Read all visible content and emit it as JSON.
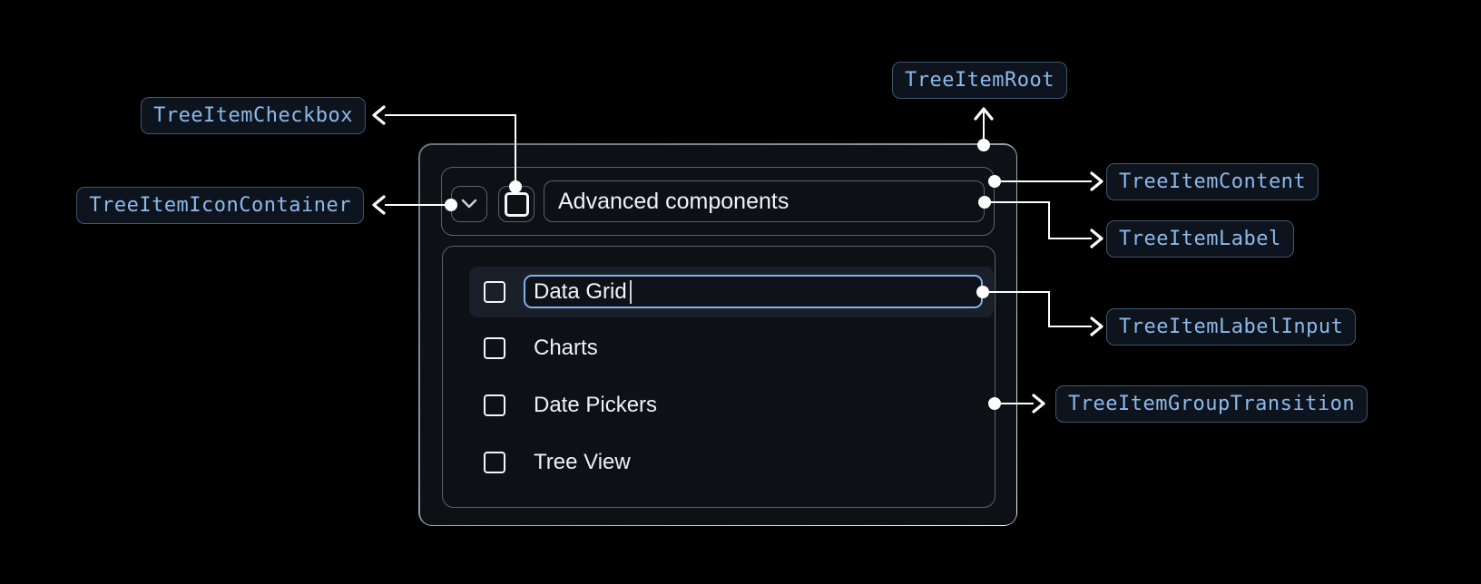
{
  "annotations": {
    "checkbox": "TreeItemCheckbox",
    "icon_container": "TreeItemIconContainer",
    "root": "TreeItemRoot",
    "content": "TreeItemContent",
    "label": "TreeItemLabel",
    "label_input": "TreeItemLabelInput",
    "group_transition": "TreeItemGroupTransition"
  },
  "tree": {
    "parent": {
      "label": "Advanced components",
      "expanded": true,
      "checked": false
    },
    "label_input": {
      "value": "Data Grid",
      "editing": true
    },
    "items": [
      {
        "label": "Charts",
        "checked": false
      },
      {
        "label": "Date Pickers",
        "checked": false
      },
      {
        "label": "Tree View",
        "checked": false
      }
    ]
  },
  "colors": {
    "background": "#000000",
    "panel_bg": "#0d1116",
    "panel_border_start": "#6a737e",
    "panel_border_end": "#eef1f4",
    "outline": "#59626c",
    "row_highlight": "#1a202a",
    "input_border": "#82b1e8",
    "badge_bg": "#0d141d",
    "badge_border": "#41556c",
    "badge_text": "#8db8ea",
    "connector": "#ffffff",
    "text": "#eef1f3"
  }
}
